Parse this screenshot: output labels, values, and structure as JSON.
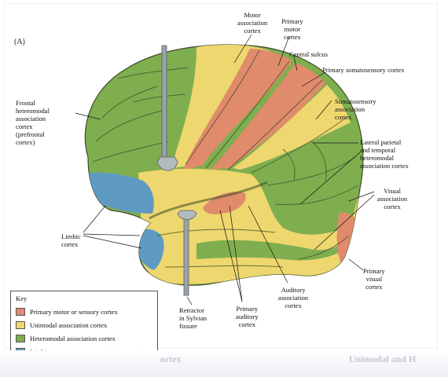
{
  "figure": {
    "panel_letter": "(A)",
    "colors": {
      "primary": "#e08b6b",
      "unimodal": "#eed76e",
      "heteromodal": "#7fae4f",
      "limbic": "#5e9ac2",
      "gyrus_outline": "#3e4a2a",
      "retractor": "#9aa3a8"
    },
    "labels": {
      "motor_association": [
        "Motor",
        "association",
        "cortex"
      ],
      "primary_motor": [
        "Primary",
        "motor",
        "cortex"
      ],
      "central_sulcus": [
        "Central sulcus"
      ],
      "primary_somatosensory": [
        "Primary somatosensory cortex"
      ],
      "somatosensory_association": [
        "Somatosensory",
        "association",
        "cortex"
      ],
      "lateral_parietal": [
        "Lateral parietal",
        "and temporal",
        "heteromodal",
        "association cortex"
      ],
      "visual_association": [
        "Visual",
        "association",
        "cortex"
      ],
      "primary_visual": [
        "Primary",
        "visual",
        "cortex"
      ],
      "auditory_association": [
        "Auditory",
        "association",
        "cortex"
      ],
      "primary_auditory": [
        "Primary",
        "auditory",
        "cortex"
      ],
      "retractor": [
        "Retractor",
        "in Sylvian",
        "fissure"
      ],
      "limbic": [
        "Limbic",
        "cortex"
      ],
      "frontal": [
        "Frontal",
        "heteromodal",
        "association",
        "cortex",
        "(prefrontal",
        "cortex)"
      ]
    },
    "key": {
      "title": "Key",
      "items": [
        {
          "label": "Primary motor or sensory cortex",
          "color": "#e08b6b"
        },
        {
          "label": "Unimodal association cortex",
          "color": "#eed76e"
        },
        {
          "label": "Heteromodal association cortex",
          "color": "#7fae4f"
        },
        {
          "label": "Limbic cortex",
          "color": "#5e9ac2"
        }
      ]
    }
  },
  "page": {
    "background_heading_right": "Unimodal and H",
    "background_heading_mid": "ortex"
  }
}
